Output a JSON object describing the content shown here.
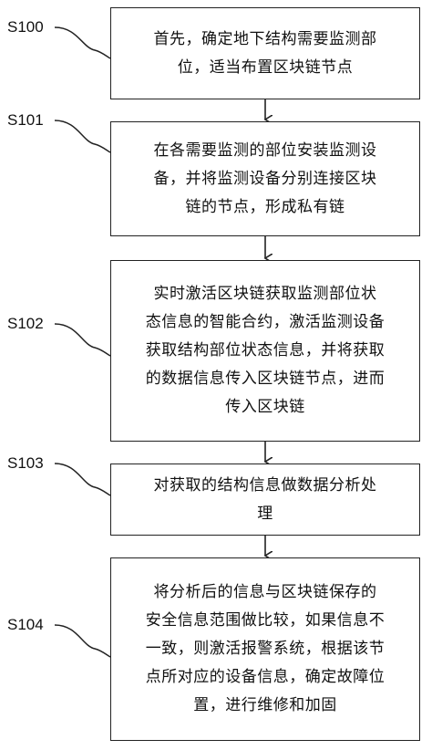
{
  "steps": [
    {
      "id": "S100",
      "text": "首先，确定地下结构需要监测部\n位，适当布置区块链节点"
    },
    {
      "id": "S101",
      "text": "在各需要监测的部位安装监测设\n备，并将监测设备分别连接区块\n链的节点，形成私有链"
    },
    {
      "id": "S102",
      "text": "实时激活区块链获取监测部位状\n态信息的智能合约，激活监测设备\n获取结构部位状态信息，并将获取\n的数据信息传入区块链节点，进而\n传入区块链"
    },
    {
      "id": "S103",
      "text": "对获取的结构信息做数据分析处\n理"
    },
    {
      "id": "S104",
      "text": "将分析后的信息与区块链保存的\n安全信息范围做比较，如果信息不\n一致，则激活报警系统，根据该节\n点所对应的设备信息，确定故障位\n置，进行维修和加固"
    }
  ]
}
